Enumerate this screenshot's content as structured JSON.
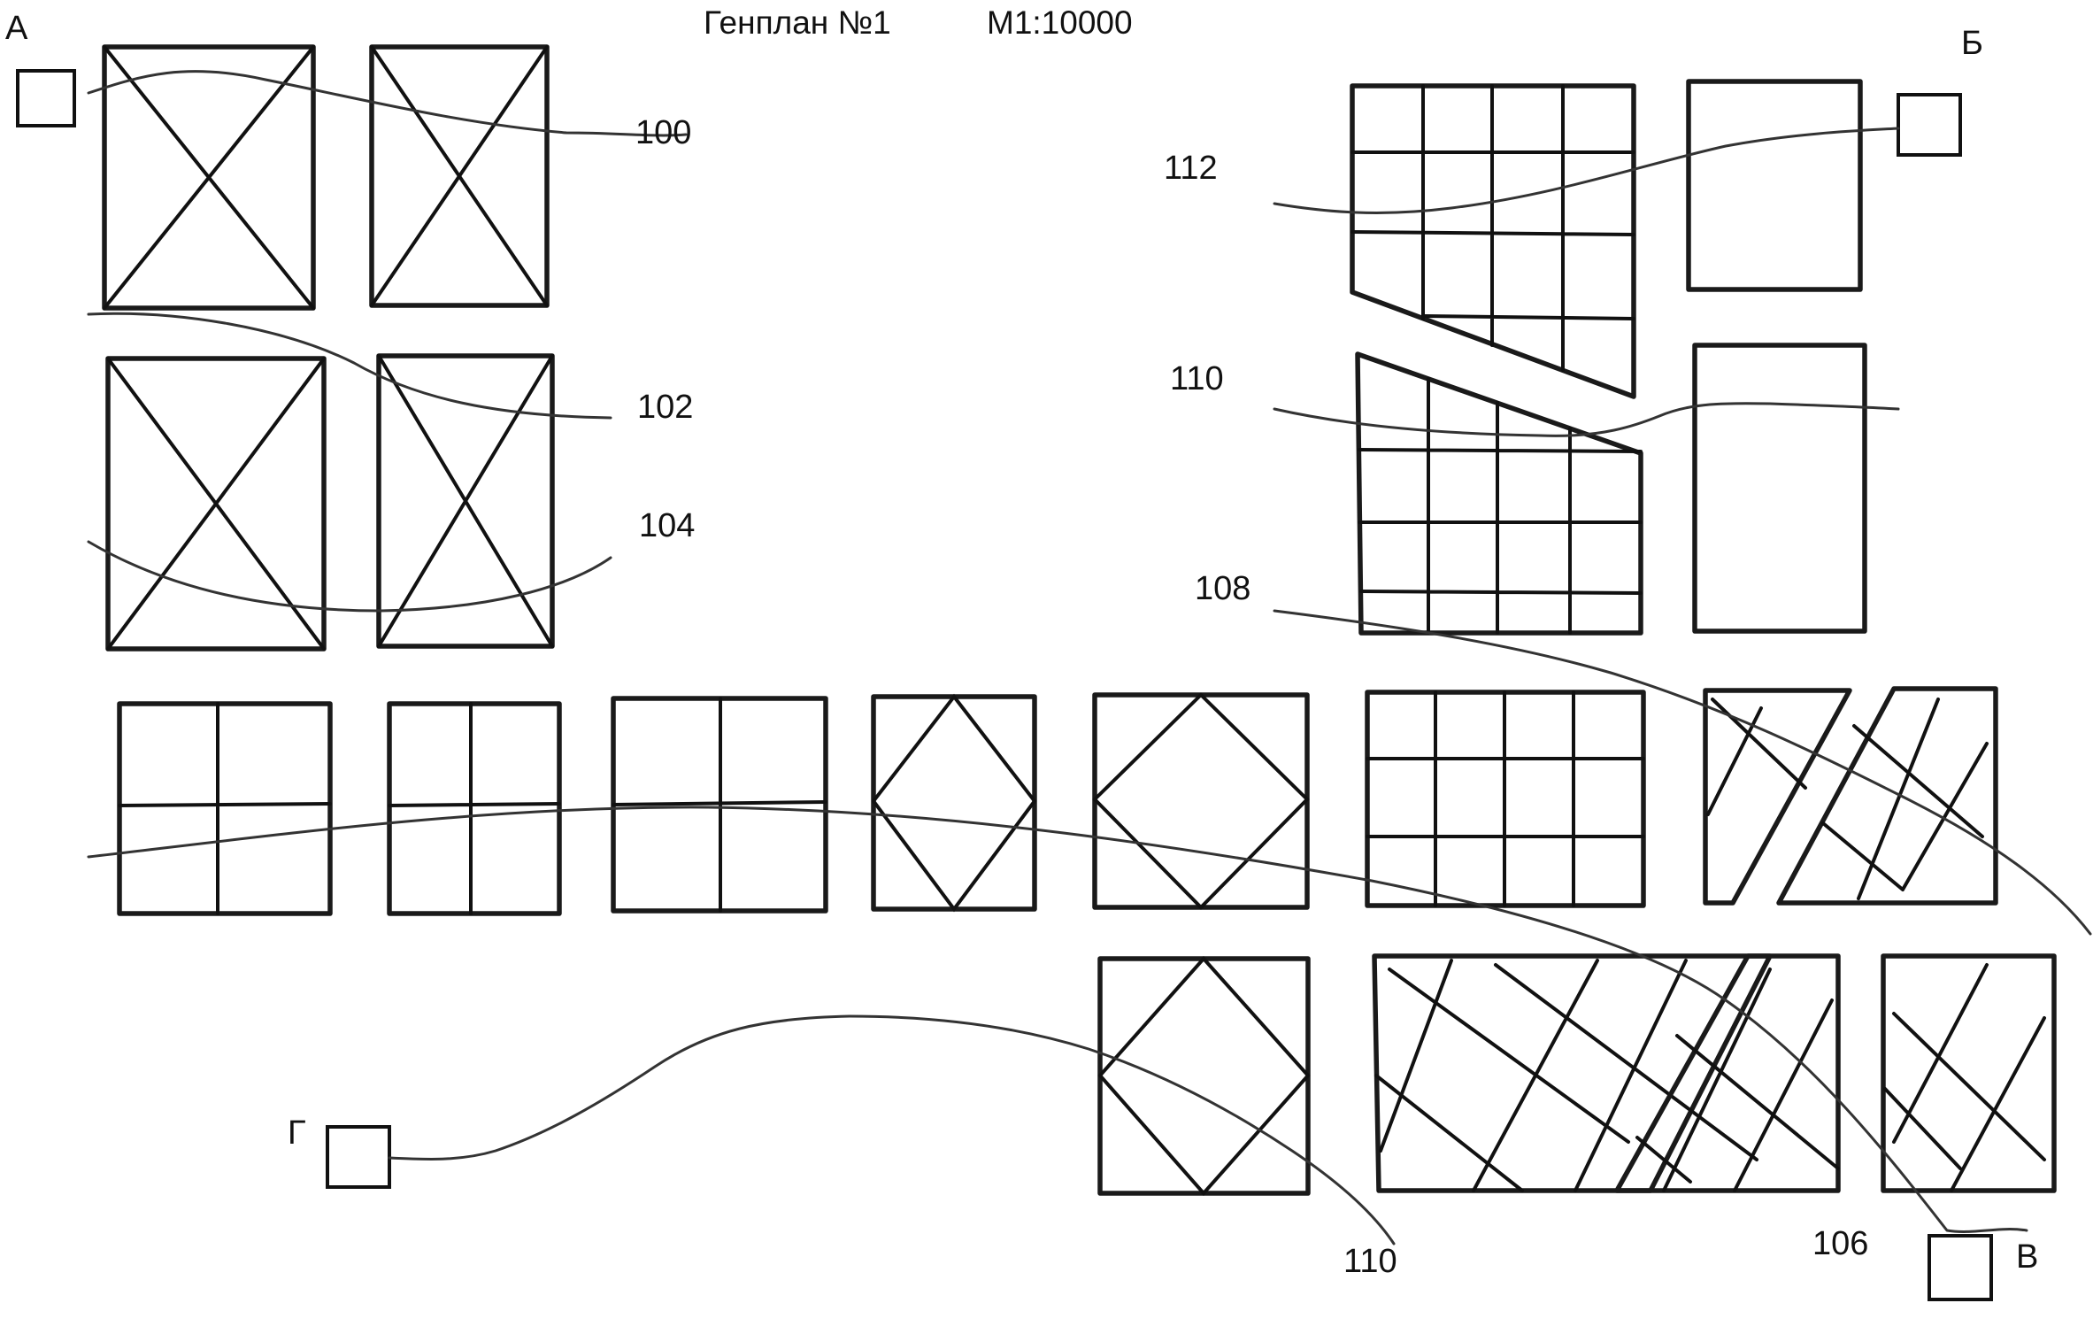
{
  "title": {
    "plan_name": "Генплан №1",
    "scale": "М1:10000"
  },
  "benchmarks": {
    "a": "А",
    "b": "Б",
    "v": "В",
    "g": "Г"
  },
  "contours": {
    "c100": "100",
    "c102": "102",
    "c104": "104",
    "c106": "106",
    "c108": "108",
    "c110_top": "110",
    "c110_bottom": "110",
    "c112": "112"
  }
}
